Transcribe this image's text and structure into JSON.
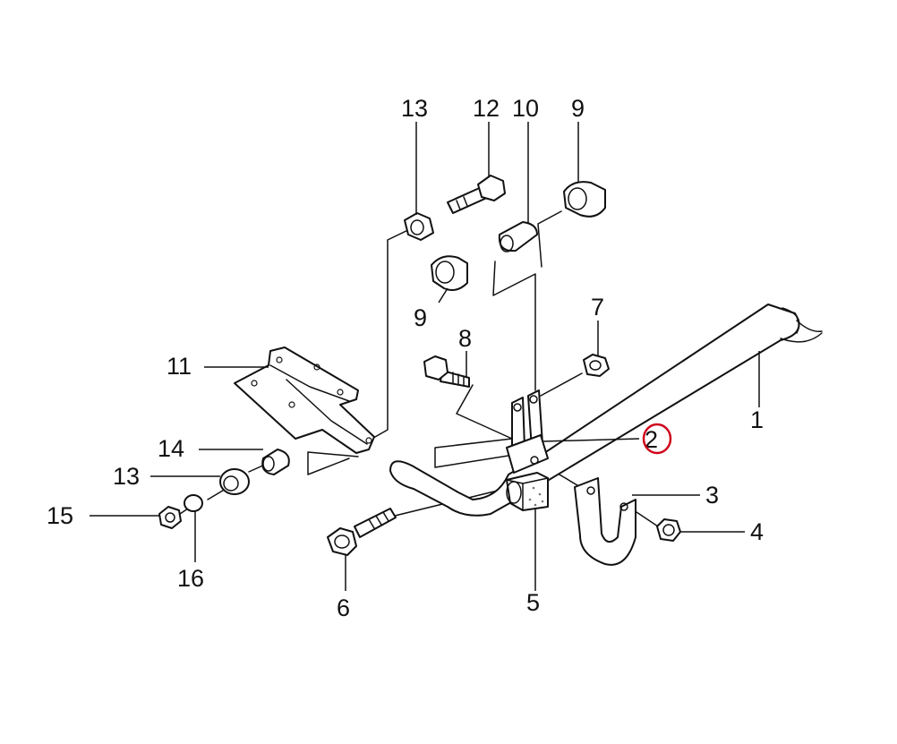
{
  "callouts": {
    "c1": "1",
    "c2": "2",
    "c3": "3",
    "c4": "4",
    "c5": "5",
    "c6": "6",
    "c7": "7",
    "c8": "8",
    "c9a": "9",
    "c9b": "9",
    "c10": "10",
    "c11": "11",
    "c12": "12",
    "c13a": "13",
    "c13b": "13",
    "c14": "14",
    "c15": "15",
    "c16": "16"
  },
  "highlight": {
    "callout": "2",
    "color": "#d0021b"
  }
}
